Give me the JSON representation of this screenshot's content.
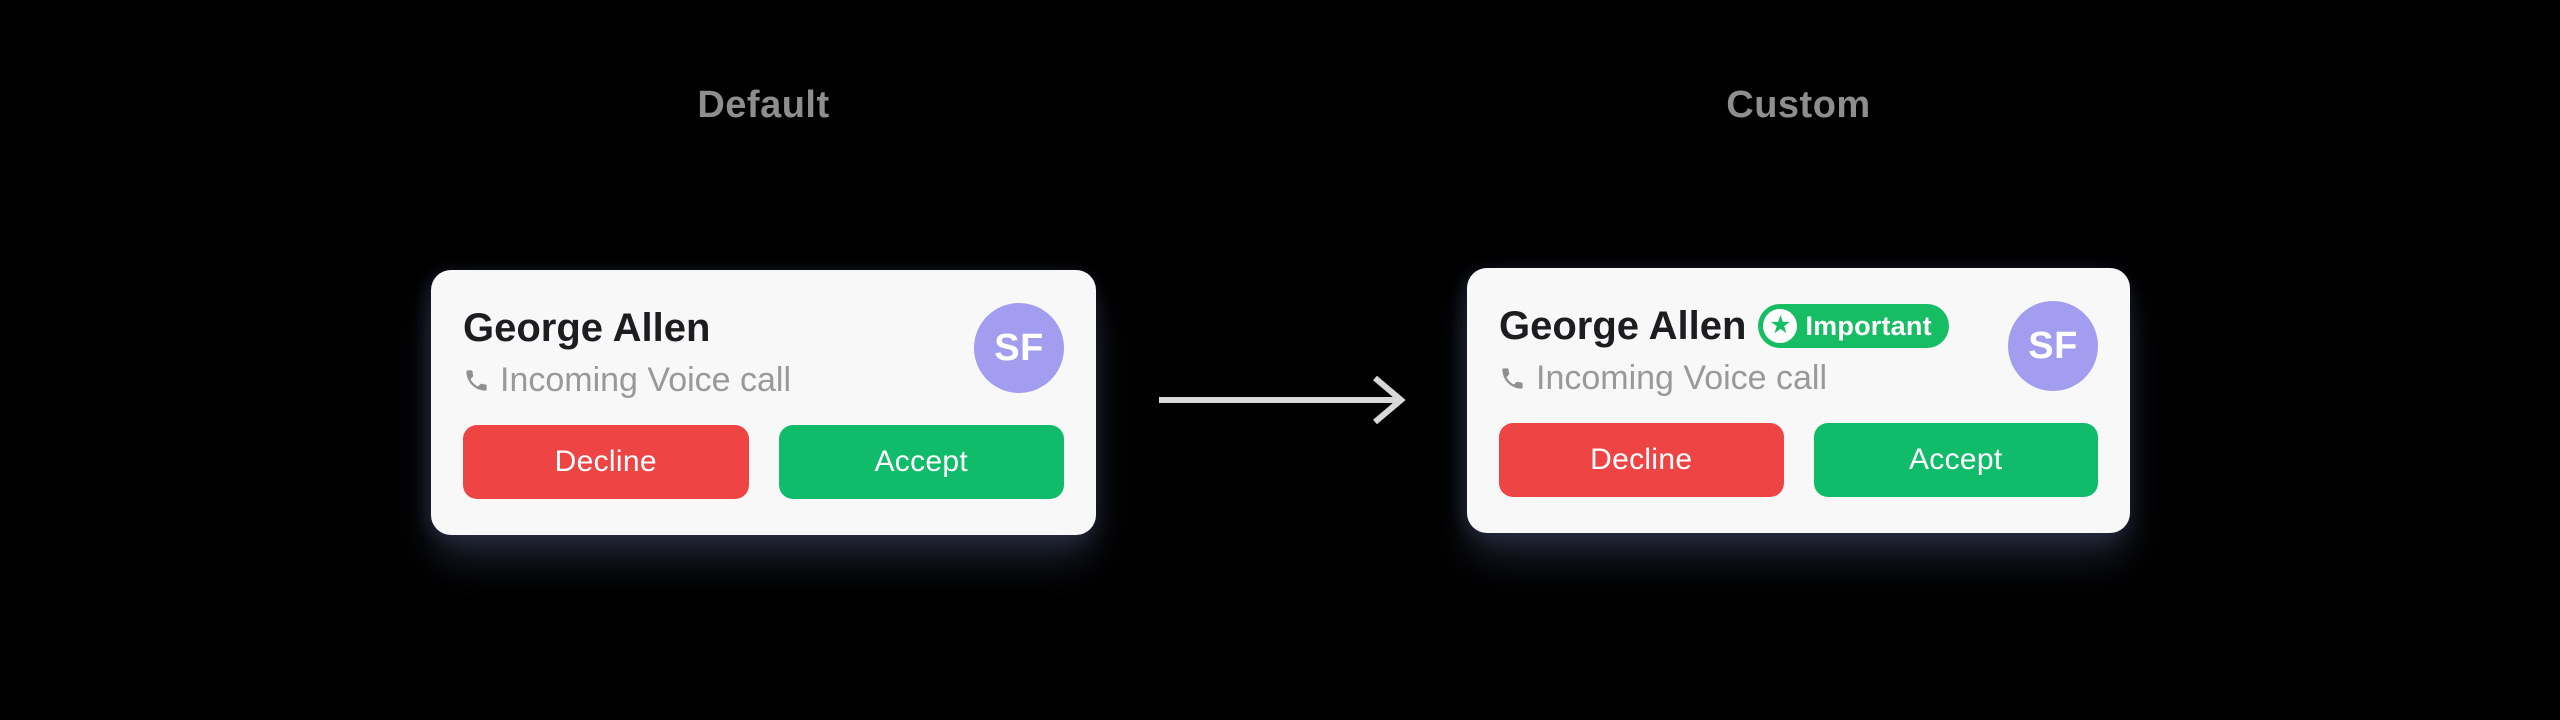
{
  "titles": {
    "left": "Default",
    "right": "Custom"
  },
  "cards": {
    "default": {
      "name": "George Allen",
      "subtitle": "Incoming Voice call",
      "avatar_initials": "SF",
      "buttons": {
        "decline": "Decline",
        "accept": "Accept"
      }
    },
    "custom": {
      "name": "George Allen",
      "badge": {
        "label": "Important",
        "star_glyph": "★"
      },
      "subtitle": "Incoming Voice call",
      "avatar_initials": "SF",
      "buttons": {
        "decline": "Decline",
        "accept": "Accept"
      }
    }
  },
  "icons": {
    "phone": "phone-receiver",
    "star": "star-filled",
    "arrow": "arrow-right"
  },
  "colors": {
    "background": "#000000",
    "card-bg": "#F8F8F9",
    "title-gray": "#8E8E8E",
    "name-color": "#1D1D1F",
    "subtitle-gray": "#999999",
    "icon-gray": "#8F8F8F",
    "decline-red": "#EF4444",
    "accept-green": "#10BC6A",
    "badge-green": "#17BD63",
    "avatar-purple": "#A39DF0",
    "arrow-gray": "#D8D8D8"
  }
}
